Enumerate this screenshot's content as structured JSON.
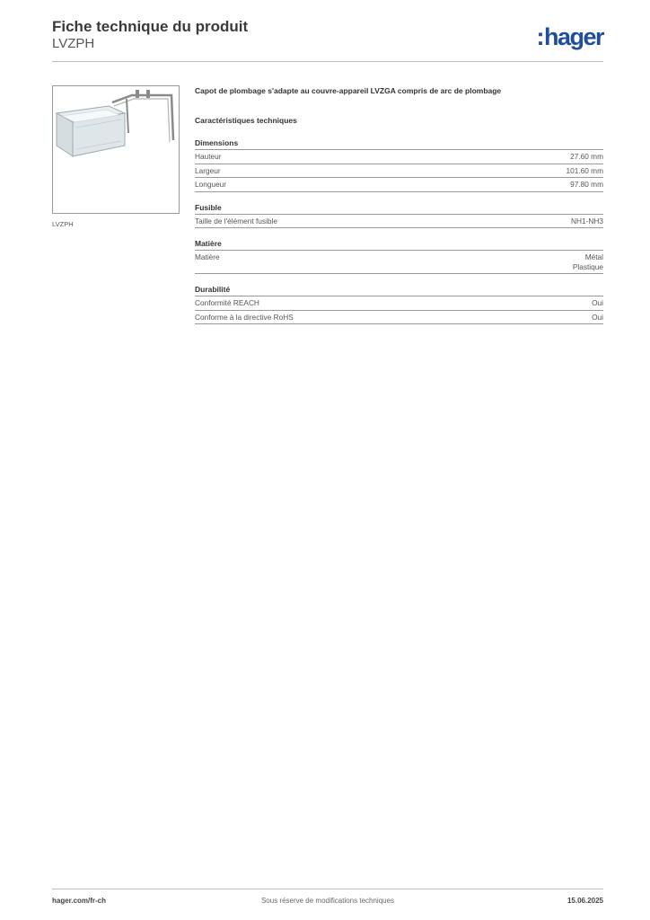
{
  "header": {
    "title": "Fiche technique du produit",
    "subtitle": "LVZPH",
    "logo": "hager",
    "brand_color": "#1f4f9c"
  },
  "product": {
    "image_caption": "LVZPH",
    "description": "Capot de plombage s'adapte au couvre-appareil LVZGA compris de arc de plombage"
  },
  "specs": {
    "heading": "Caractéristiques techniques",
    "sections": [
      {
        "title": "Dimensions",
        "rows": [
          {
            "label": "Hauteur",
            "value": "27.60 mm"
          },
          {
            "label": "Largeur",
            "value": "101.60 mm"
          },
          {
            "label": "Longueur",
            "value": "97.80 mm"
          }
        ]
      },
      {
        "title": "Fusible",
        "rows": [
          {
            "label": "Taille de l'élément fusible",
            "value": "NH1-NH3"
          }
        ]
      },
      {
        "title": "Matière",
        "rows": [
          {
            "label": "Matière",
            "value": "Métal",
            "value2": "Plastique"
          }
        ]
      },
      {
        "title": "Durabilité",
        "rows": [
          {
            "label": "Conformité REACH",
            "value": "Oui"
          },
          {
            "label": "Conforme à la directive RoHS",
            "value": "Oui"
          }
        ]
      }
    ]
  },
  "footer": {
    "website": "hager.com/fr-ch",
    "notice": "Sous réserve de modifications techniques",
    "date": "15.06.2025"
  }
}
